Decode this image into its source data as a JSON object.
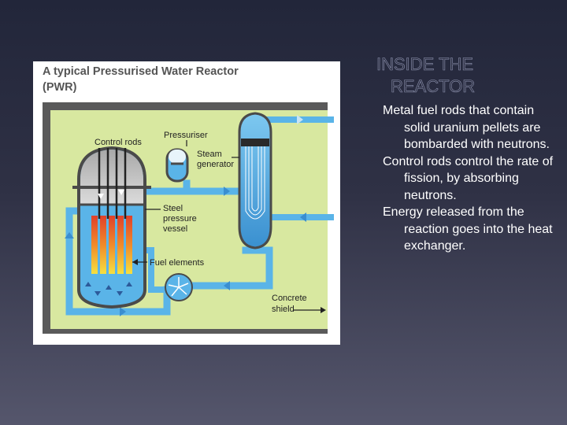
{
  "diagram": {
    "title_line1": "A typical Pressurised Water Reactor",
    "title_line2": "(PWR)",
    "labels": {
      "control_rods": "Control rods",
      "pressuriser": "Pressuriser",
      "steam_line1": "Steam",
      "steam_line2": "generator",
      "steel_line1": "Steel",
      "steel_line2": "pressure",
      "steel_line3": "vessel",
      "fuel_elements": "Fuel elements",
      "concrete_line1": "Concrete",
      "concrete_line2": "shield"
    },
    "colors": {
      "panel_bg": "#ffffff",
      "shield": "#5a5a5a",
      "inner_bg": "#d8e8a0",
      "water": "#5ab4e8",
      "vessel_top": "#c4c4c4",
      "fuel": "#e8702a"
    }
  },
  "slide": {
    "title_line1": "INSIDE THE",
    "title_line2": "REACTOR",
    "bullets": [
      "Metal fuel rods that contain solid uranium pellets are bombarded with neutrons.",
      "Control rods control the rate of fission, by absorbing neutrons.",
      "Energy released from the reaction goes into the heat exchanger."
    ]
  }
}
